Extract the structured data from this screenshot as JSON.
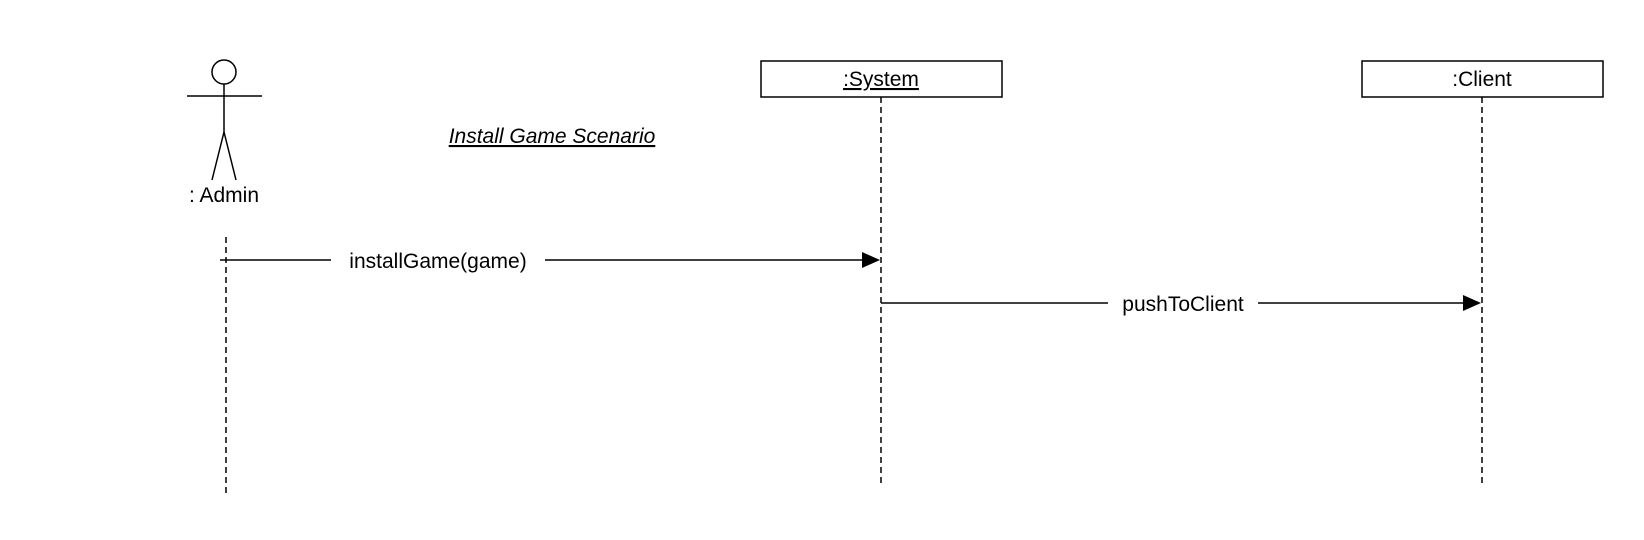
{
  "diagram": {
    "type": "sequence",
    "scenario_title": "Install Game Scenario",
    "actor": {
      "label": ": Admin"
    },
    "objects": [
      {
        "label": ":System",
        "underlined": true
      },
      {
        "label": ":Client",
        "underlined": false
      }
    ],
    "messages": [
      {
        "label": "installGame(game)",
        "from": "admin",
        "to": "system"
      },
      {
        "label": "pushToClient",
        "from": "system",
        "to": "client"
      }
    ],
    "colors": {
      "ink": "#000000",
      "background": "#ffffff"
    }
  }
}
